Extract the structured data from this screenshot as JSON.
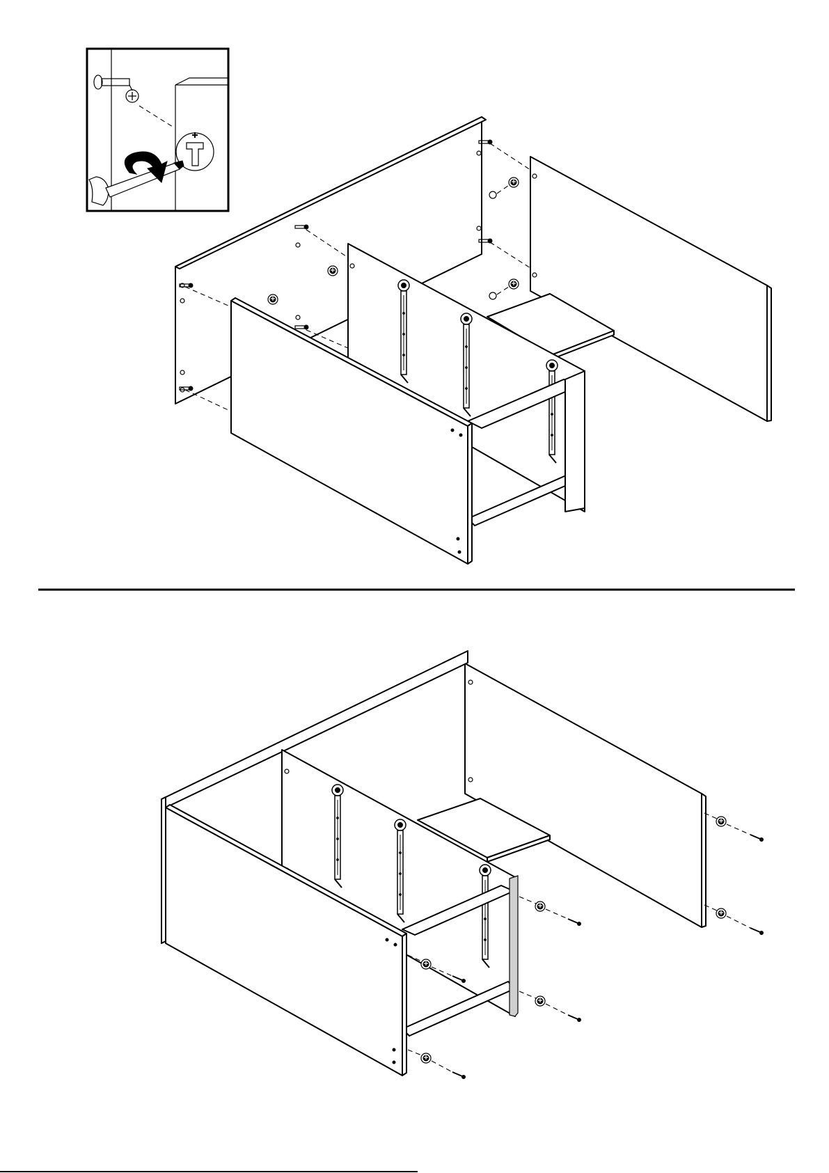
{
  "document": {
    "type": "assembly-instructions",
    "steps": [
      {
        "inset": {
          "tool": "screwdriver",
          "hardware": [
            "cam-bolt",
            "cam-lock"
          ],
          "turn": "clockwise"
        },
        "parts": [
          "left-side-panel",
          "right-side-panel",
          "middle-divider",
          "shelf",
          "front-rail",
          "back-rail",
          "drawer-runners"
        ],
        "hardware": [
          "cam-bolt",
          "cam-lock"
        ]
      },
      {
        "parts": [
          "carcass",
          "drawer-runners",
          "shelf"
        ],
        "hardware": [
          "dowel",
          "screw"
        ]
      }
    ],
    "divider": "horizontal-rule"
  }
}
